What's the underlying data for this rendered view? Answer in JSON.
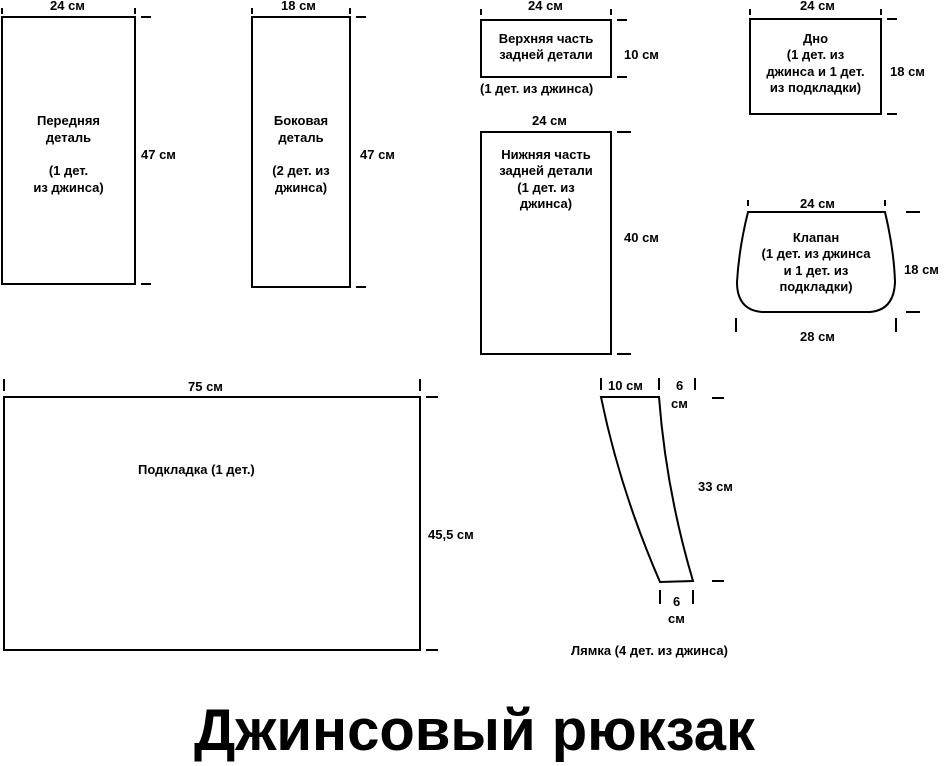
{
  "title": "Джинсовый рюкзак",
  "pieces": {
    "front": {
      "name_1": "Передняя",
      "name_2": "деталь",
      "note_1": "(1 дет.",
      "note_2": "из джинса)",
      "width": "24 см",
      "height": "47 см"
    },
    "side": {
      "name_1": "Боковая",
      "name_2": "деталь",
      "note_1": "(2 дет. из",
      "note_2": "джинса)",
      "width": "18 см",
      "height": "47 см"
    },
    "back_top": {
      "name_1": "Верхняя часть",
      "name_2": "задней детали",
      "note": "(1 дет. из джинса)",
      "width": "24 см",
      "height": "10 см"
    },
    "back_bottom": {
      "name_1": "Нижняя часть",
      "name_2": "задней детали",
      "note_1": "(1 дет. из",
      "note_2": "джинса)",
      "width": "24 см",
      "height": "40 см"
    },
    "bottom": {
      "name": "Дно",
      "note_1": "(1 дет. из",
      "note_2": "джинса и 1 дет.",
      "note_3": "из подкладки)",
      "width": "24 см",
      "height": "18 см"
    },
    "flap": {
      "name": "Клапан",
      "note_1": "(1 дет. из джинса",
      "note_2": "и 1 дет. из",
      "note_3": "подкладки)",
      "top_width": "24 см",
      "bottom_width": "28 см",
      "height": "18 см"
    },
    "lining": {
      "name": "Подкладка (1 дет.)",
      "width": "75 см",
      "height": "45,5 см"
    },
    "strap": {
      "name": "Лямка (4 дет. из джинса)",
      "top_width": "10 см",
      "top_width2_a": "6",
      "top_width2_b": "см",
      "length": "33 см",
      "bottom_width_a": "6",
      "bottom_width_b": "см"
    }
  }
}
